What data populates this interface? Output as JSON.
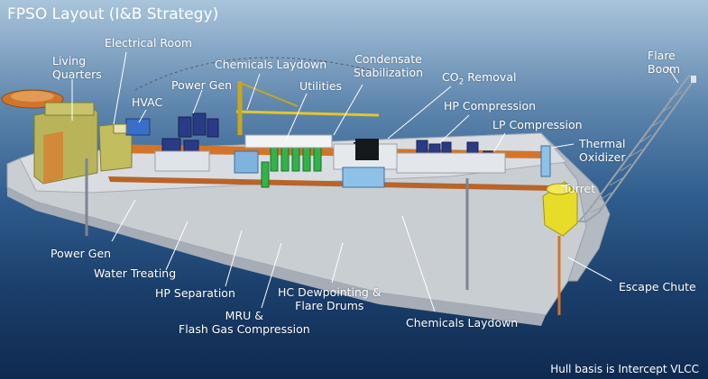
{
  "title": "FPSO Layout (I&B Strategy)",
  "footnote": "Hull basis is Intercept VLCC",
  "labels": {
    "living_quarters_1": "Living",
    "living_quarters_2": "Quarters",
    "electrical_room": "Electrical Room",
    "hvac": "HVAC",
    "power_gen_top": "Power Gen",
    "chemicals_laydown_top": "Chemicals Laydown",
    "utilities": "Utilities",
    "condensate_1": "Condensate",
    "condensate_2": "Stabilization",
    "co2_pre": "CO",
    "co2_sub": "2",
    "co2_post": " Removal",
    "hp_compression": "HP Compression",
    "lp_compression": "LP Compression",
    "thermal_1": "Thermal",
    "thermal_2": "Oxidizer",
    "flare_boom_1": "Flare",
    "flare_boom_2": "Boom",
    "turret": "Turret",
    "escape_chute": "Escape Chute",
    "power_gen_bottom": "Power Gen",
    "water_treating": "Water Treating",
    "hp_separation": "HP Separation",
    "mru_1": "MRU &",
    "mru_2": "Flash Gas Compression",
    "hc_dew_1": "HC Dewpointing &",
    "hc_dew_2": "Flare Drums",
    "chemicals_laydown_bottom": "Chemicals Laydown"
  },
  "colors": {
    "hull": "#c9ced3",
    "deck_orange": "#d2752b",
    "module_green": "#33b24a",
    "module_navy": "#2a3b86",
    "turret_yellow": "#e7dc28",
    "lq_olive": "#b9b45a",
    "leader": "#ffffff"
  }
}
